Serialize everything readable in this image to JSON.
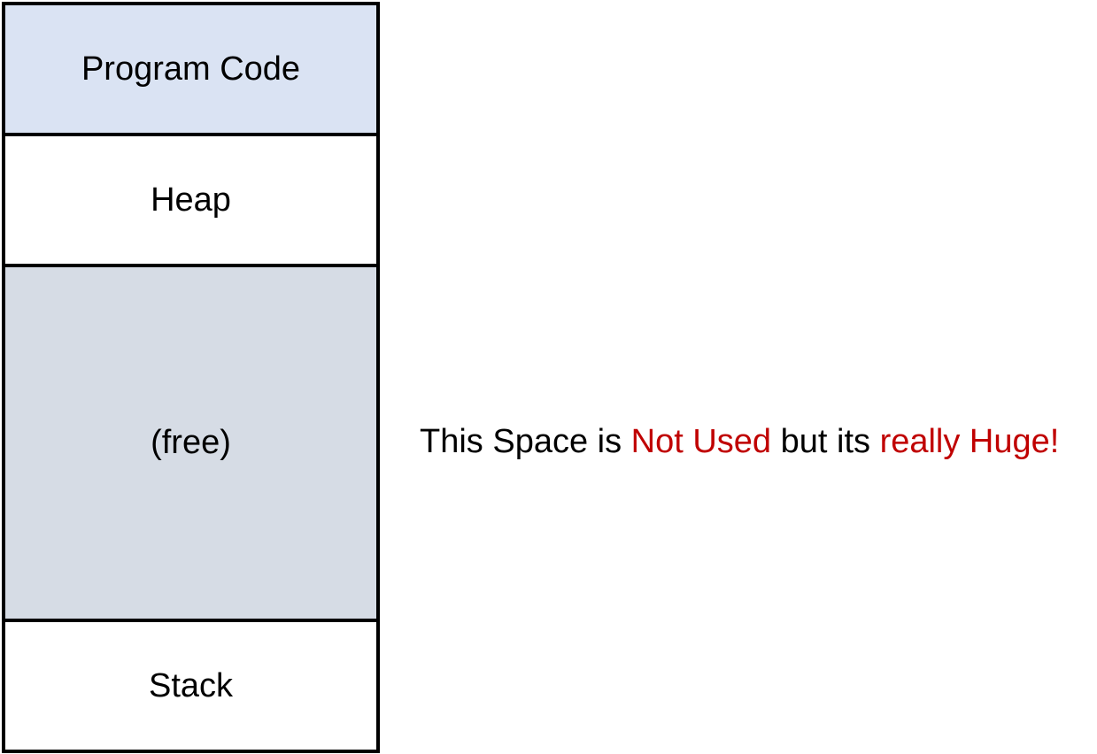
{
  "diagram": {
    "segments": [
      {
        "label": "Program Code",
        "fill": "#dae3f3"
      },
      {
        "label": "Heap",
        "fill": "#ffffff"
      },
      {
        "label": "(free)",
        "fill": "#d6dce5"
      },
      {
        "label": "Stack",
        "fill": "#ffffff"
      }
    ],
    "border_color": "#000000"
  },
  "annotation": {
    "part1": "This Space is ",
    "part2": "Not Used",
    "part3": " but its ",
    "part4": "really Huge!",
    "text_color": "#000000",
    "highlight_color": "#c00000"
  }
}
